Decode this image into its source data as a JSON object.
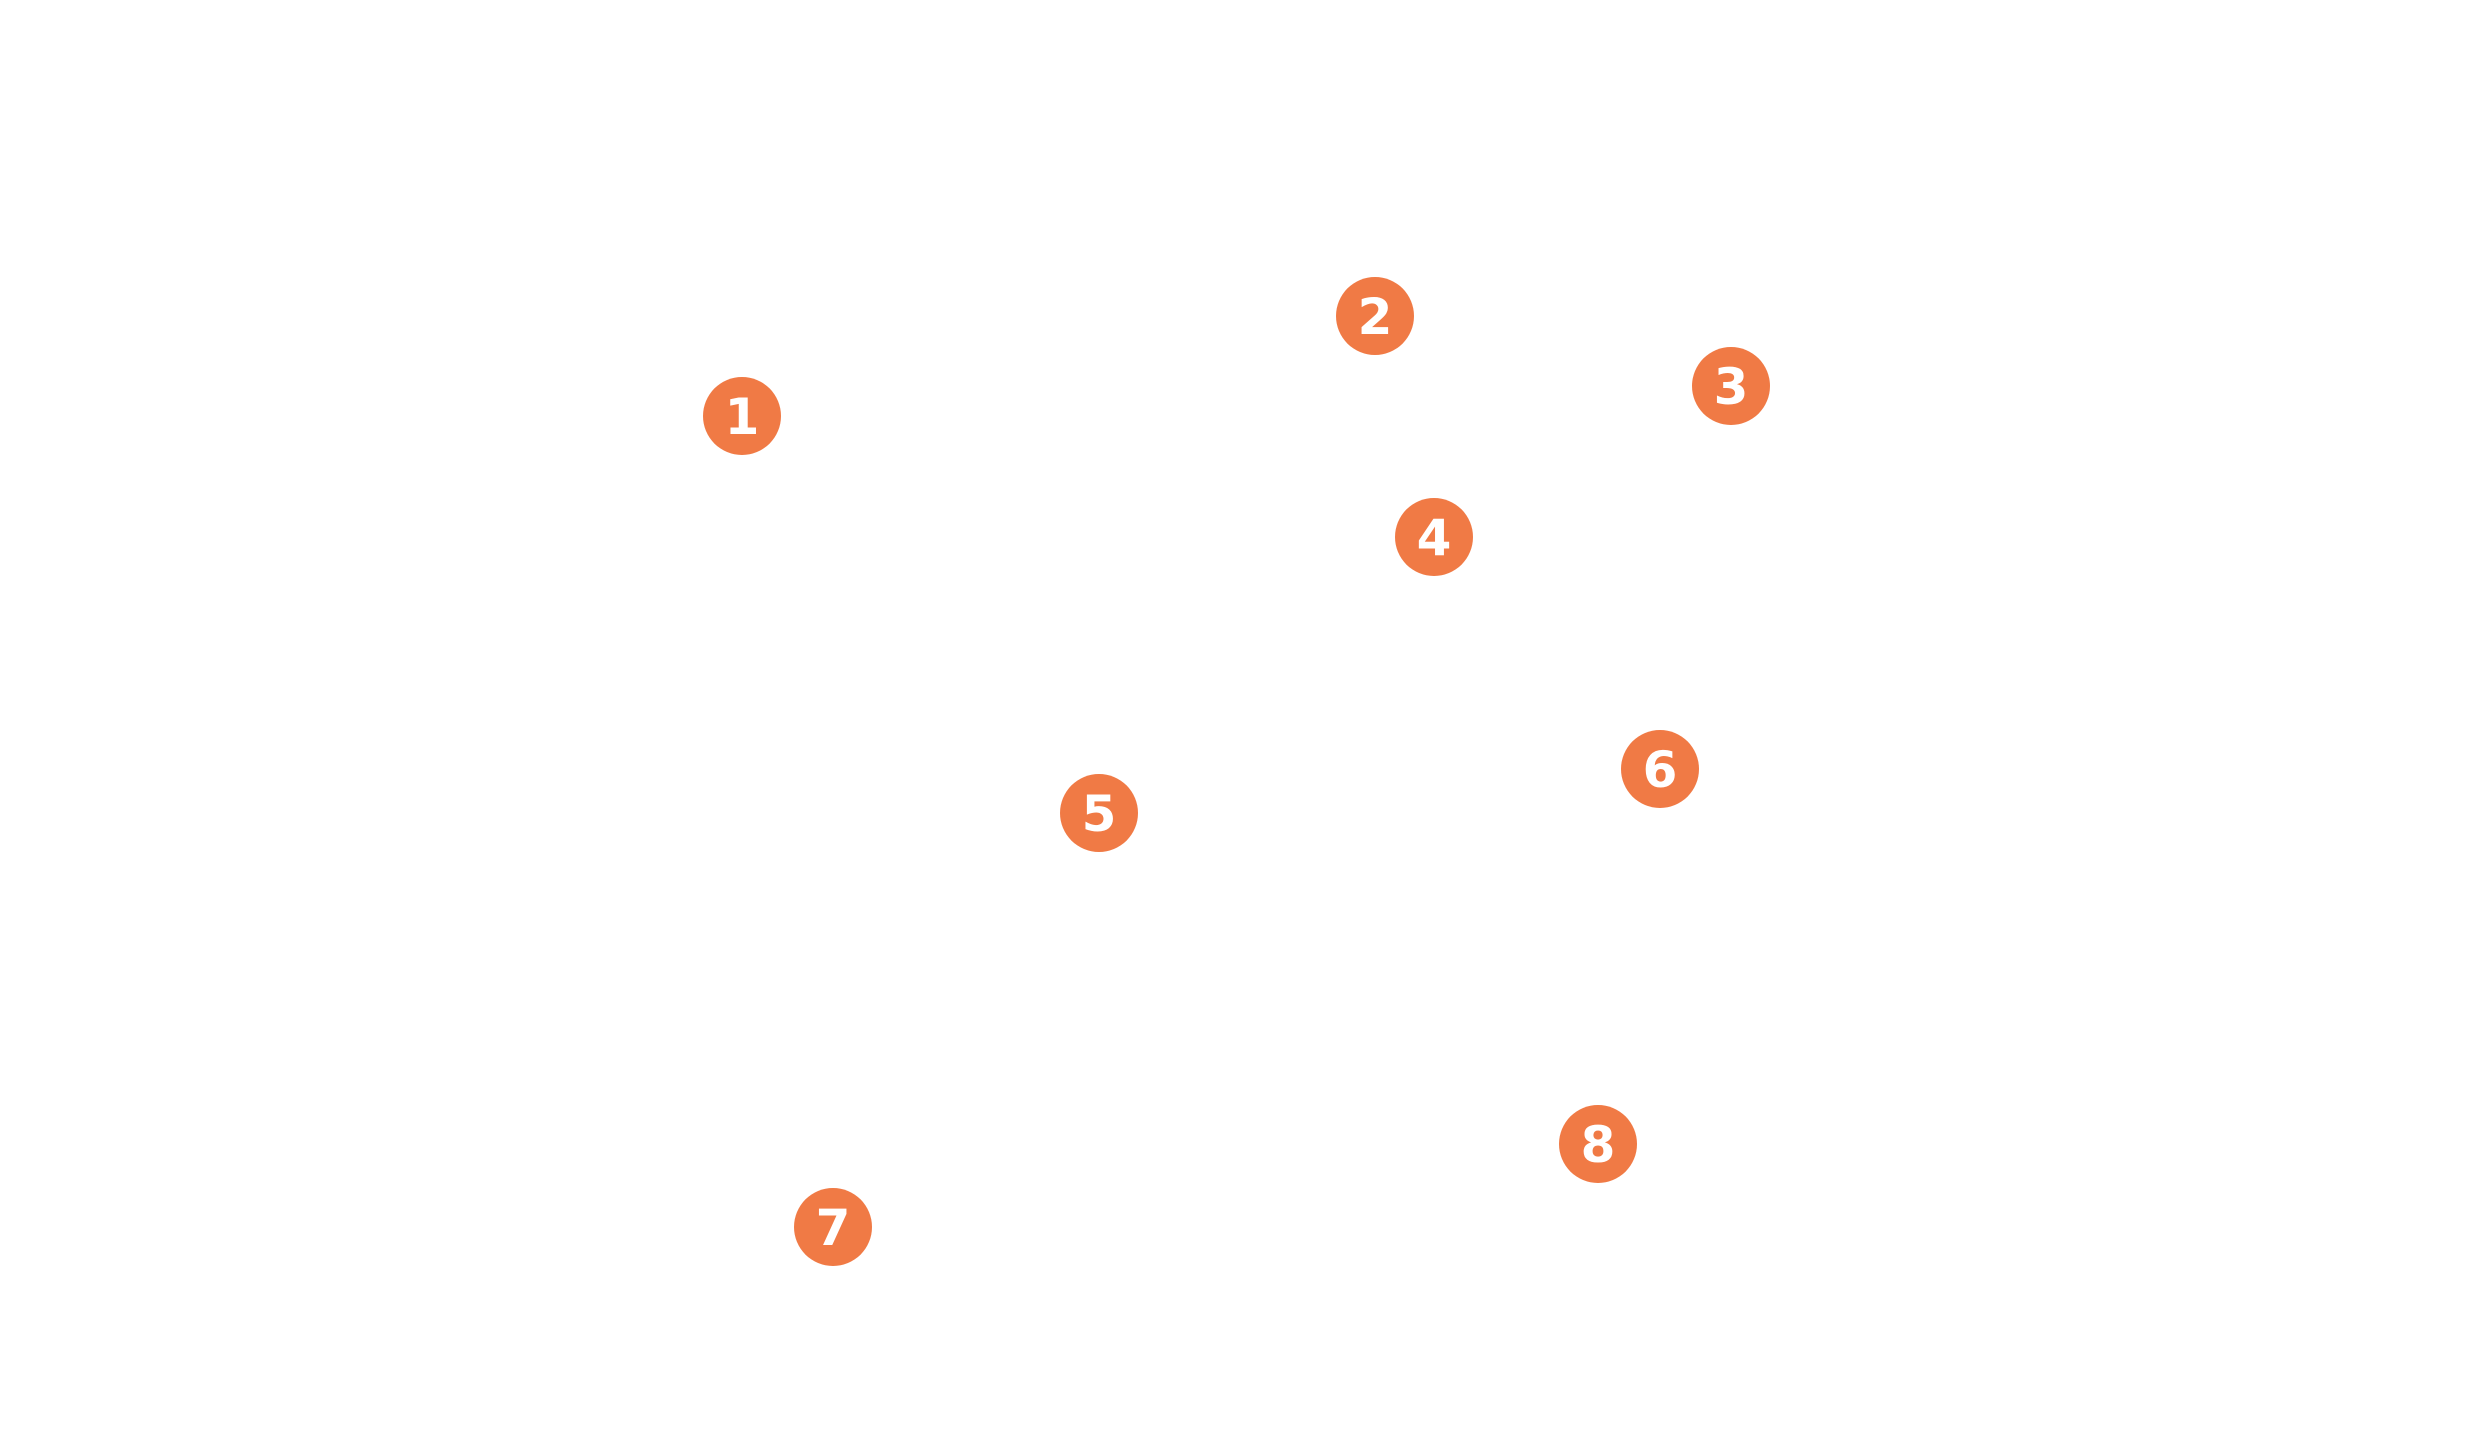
{
  "theme": {
    "background": "#ffffff",
    "marker_color": "#F07A45",
    "marker_text_color": "#ffffff"
  },
  "markers": [
    {
      "label": "1"
    },
    {
      "label": "2"
    },
    {
      "label": "3"
    },
    {
      "label": "4"
    },
    {
      "label": "5"
    },
    {
      "label": "6"
    },
    {
      "label": "7"
    },
    {
      "label": "8"
    }
  ]
}
